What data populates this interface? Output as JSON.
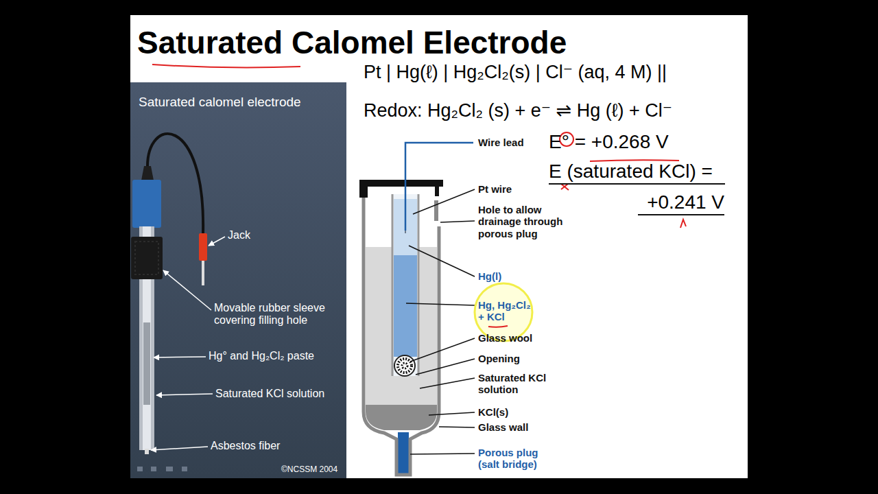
{
  "diagram": {
    "title": "Saturated Calomel Electrode",
    "labels": [
      "Pt | Hg(ℓ) | Hg₂Cl₂(s) | Cl⁻ (aq, 4 M) ||",
      "Redox: Hg₂Cl₂ (s) + e⁻ ⇌ Hg (ℓ) + Cl⁻",
      "E° = +0.268 V",
      "E (saturated KCl) =",
      "+0.241 V",
      "Saturated calomel electrode",
      "Jack",
      "Movable rubber sleeve covering filling hole",
      "Hg° and Hg₂Cl₂ paste",
      "Saturated KCl solution",
      "Asbestos fiber",
      "©NCSSM 2004",
      "Wire lead",
      "Pt wire",
      "Hole to allow drainage through porous plug",
      "Hg(l)",
      "Hg, Hg₂Cl₂ + KCl",
      "Glass wool",
      "Opening",
      "Saturated KCl solution",
      "KCl(s)",
      "Glass wall",
      "Porous plug (salt bridge)"
    ]
  }
}
